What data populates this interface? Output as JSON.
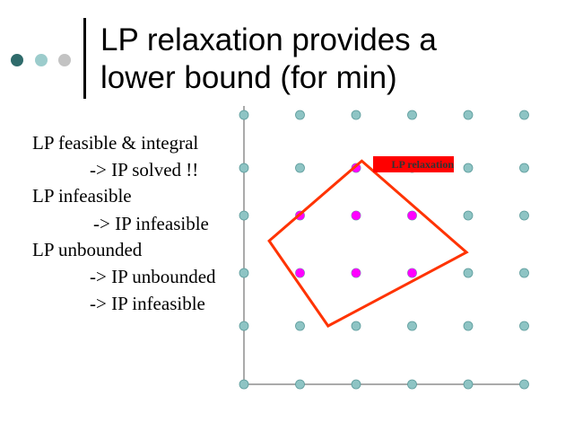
{
  "slide": {
    "title_line1": "LP relaxation provides a",
    "title_line2": "lower bound (for min)"
  },
  "bullets": [
    "LP feasible & integral",
    "-> IP solved !!",
    "LP infeasible",
    "-> IP infeasible",
    "LP unbounded",
    "-> IP unbounded",
    "-> IP infeasible"
  ],
  "diagram": {
    "region_label": "LP relaxation",
    "grid_cols": 6,
    "grid_rows": 6,
    "integer_points": [
      [
        2,
        1
      ],
      [
        1,
        2
      ],
      [
        2,
        2
      ],
      [
        3,
        2
      ],
      [
        1,
        3
      ],
      [
        2,
        3
      ],
      [
        3,
        3
      ]
    ],
    "polygon": [
      [
        2.1,
        0.87
      ],
      [
        3.97,
        2.64
      ],
      [
        1.5,
        4.0
      ],
      [
        0.45,
        2.44
      ]
    ],
    "colors": {
      "lattice": "#8ec4c4",
      "lattice_stroke": "#5a9a9a",
      "feasible": "#ff00ff",
      "polygon": "#ff3300",
      "label_bg": "#ff0000",
      "axes": "#555555"
    }
  }
}
